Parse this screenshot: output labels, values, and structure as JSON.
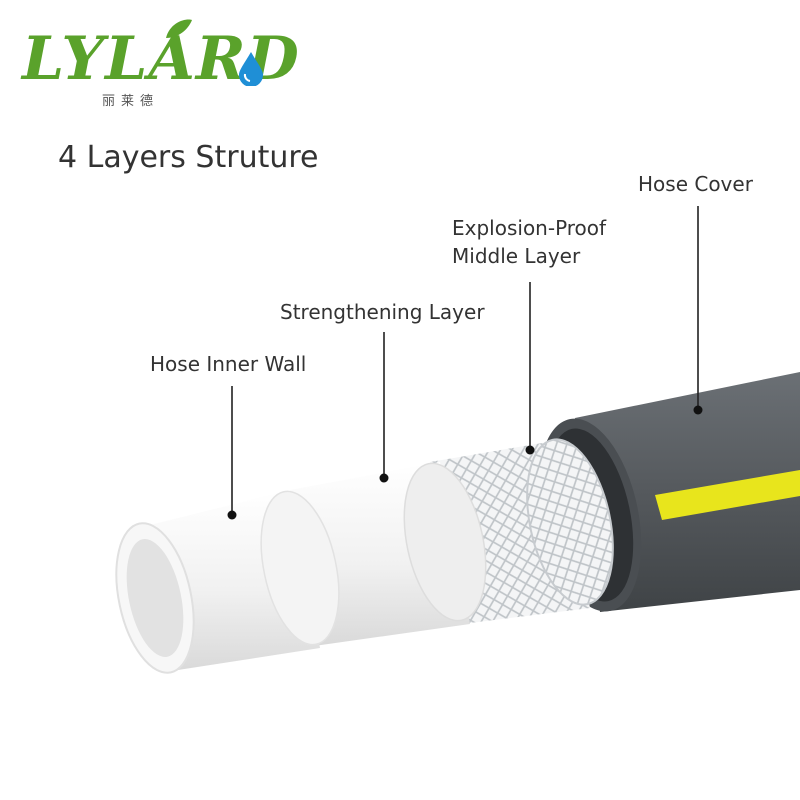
{
  "logo": {
    "brand": "LYLARD",
    "chinese": "丽莱德",
    "colors": {
      "green": "#5aa22b",
      "drop": "#1f8fd6"
    }
  },
  "title": "4 Layers Struture",
  "labels": {
    "hose_cover": "Hose Cover",
    "middle_layer_line1": "Explosion-Proof",
    "middle_layer_line2": "Middle Layer",
    "strengthening_layer": "Strengthening Layer",
    "inner_wall": "Hose Inner Wall"
  },
  "colors": {
    "cover": "#555a5e",
    "stripe": "#e8e51c",
    "inner_tube": "#f2f2f2",
    "mesh": "#cfd3d6",
    "leader": "#222222"
  }
}
